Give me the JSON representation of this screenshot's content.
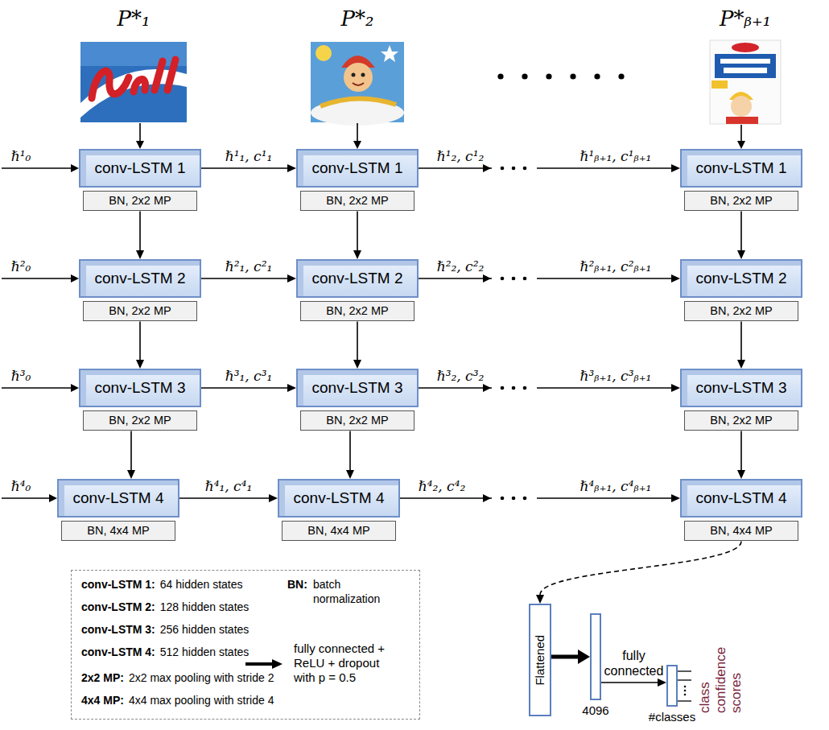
{
  "diagram": {
    "nodes": [
      {
        "text": [
          "conv-LSTM 1"
        ]
      },
      {
        "text": [
          "conv-LSTM 1"
        ]
      },
      {
        "text": [
          "conv-LSTM 1"
        ]
      },
      {
        "text": [
          "BN, 2x2 MP"
        ]
      },
      {
        "text": [
          "BN, 2x2 MP"
        ]
      },
      {
        "text": [
          "BN, 2x2 MP"
        ]
      },
      {
        "text": [
          "conv-LSTM 2"
        ]
      },
      {
        "text": [
          "conv-LSTM 2"
        ]
      },
      {
        "text": [
          "conv-LSTM 2"
        ]
      },
      {
        "text": [
          "BN, 2x2 MP"
        ]
      },
      {
        "text": [
          "BN, 2x2 MP"
        ]
      },
      {
        "text": [
          "BN, 2x2 MP"
        ]
      },
      {
        "text": [
          "conv-LSTM 3"
        ]
      },
      {
        "text": [
          "conv-LSTM 3"
        ]
      },
      {
        "text": [
          "conv-LSTM 3"
        ]
      },
      {
        "text": [
          "BN, 2x2 MP"
        ]
      },
      {
        "text": [
          "BN, 2x2 MP"
        ]
      },
      {
        "text": [
          "BN, 2x2 MP"
        ]
      },
      {
        "text": [
          "conv-LSTM 4"
        ]
      },
      {
        "text": [
          "conv-LSTM 4"
        ]
      },
      {
        "text": [
          "conv-LSTM 4"
        ]
      },
      {
        "text": [
          "BN, 4x4 MP"
        ]
      },
      {
        "text": [
          "BN, 4x4 MP"
        ]
      },
      {
        "text": [
          "BN, 4x4 MP"
        ]
      },
      {
        "text": [
          "conv-LSTM 1:",
          "64 hidden states",
          "conv-LSTM 2:",
          "128 hidden states",
          "conv-LSTM 3:",
          "256 hidden states",
          "conv-LSTM 4:",
          "512 hidden states",
          "2x2 MP:",
          "2x2 max pooling with stride 2",
          "4x4 MP:",
          "4x4 max pooling with stride 4",
          "BN:",
          "batch normalization"
        ]
      },
      {
        "text": [
          "Flattened"
        ]
      },
      {
        "text": [
          "4096"
        ]
      },
      {
        "text": [
          "#classes"
        ]
      }
    ],
    "edges": [
      {
        "from": 0,
        "to": 1,
        "arrow": "to",
        "label": "ℏ¹₁, c¹₁"
      },
      {
        "from": 1,
        "to": 2,
        "arrow": "to",
        "label": "ℏ¹₂, c¹₂"
      },
      {
        "from": 6,
        "to": 7,
        "arrow": "to",
        "label": "ℏ²₁, c²₁"
      },
      {
        "from": 7,
        "to": 8,
        "arrow": "to",
        "label": "ℏ²₂, c²₂"
      },
      {
        "from": 12,
        "to": 13,
        "arrow": "to",
        "label": "ℏ³₁, c³₁"
      },
      {
        "from": 13,
        "to": 14,
        "arrow": "to",
        "label": "ℏ³₂, c³₂"
      },
      {
        "from": 18,
        "to": 19,
        "arrow": "to",
        "label": "ℏ⁴₁, c⁴₁"
      },
      {
        "from": 19,
        "to": 20,
        "arrow": "to",
        "label": "ℏ⁴₂, c⁴₂"
      },
      {
        "from": 3,
        "to": 6,
        "arrow": "to"
      },
      {
        "from": 4,
        "to": 7,
        "arrow": "to"
      },
      {
        "from": 5,
        "to": 8,
        "arrow": "to"
      },
      {
        "from": 9,
        "to": 12,
        "arrow": "to"
      },
      {
        "from": 10,
        "to": 13,
        "arrow": "to"
      },
      {
        "from": 11,
        "to": 14,
        "arrow": "to"
      },
      {
        "from": 15,
        "to": 18,
        "arrow": "to"
      },
      {
        "from": 16,
        "to": 19,
        "arrow": "to"
      },
      {
        "from": 17,
        "to": 20,
        "arrow": "to"
      },
      {
        "from": 23,
        "to": 25,
        "arrow": "to"
      },
      {
        "from": 25,
        "to": 26,
        "arrow": "to"
      },
      {
        "from": 26,
        "to": 27,
        "arrow": "to",
        "label": "fully connected"
      }
    ],
    "labels": [
      "P*₁",
      "P*₂",
      "P*ᵦ₊₁",
      "ℏ¹₀",
      "ℏ¹ᵦ₊₁, c¹ᵦ₊₁",
      "ℏ²₀",
      "ℏ²ᵦ₊₁, c²ᵦ₊₁",
      "ℏ³₀",
      "ℏ³ᵦ₊₁, c³ᵦ₊₁",
      "ℏ⁴₀",
      "ℏ⁴ᵦ₊₁, c⁴ᵦ₊₁",
      "class confidence scores"
    ],
    "legend": [
      {
        "text": "fully connected + ReLU + dropout with p = 0.5"
      }
    ]
  }
}
